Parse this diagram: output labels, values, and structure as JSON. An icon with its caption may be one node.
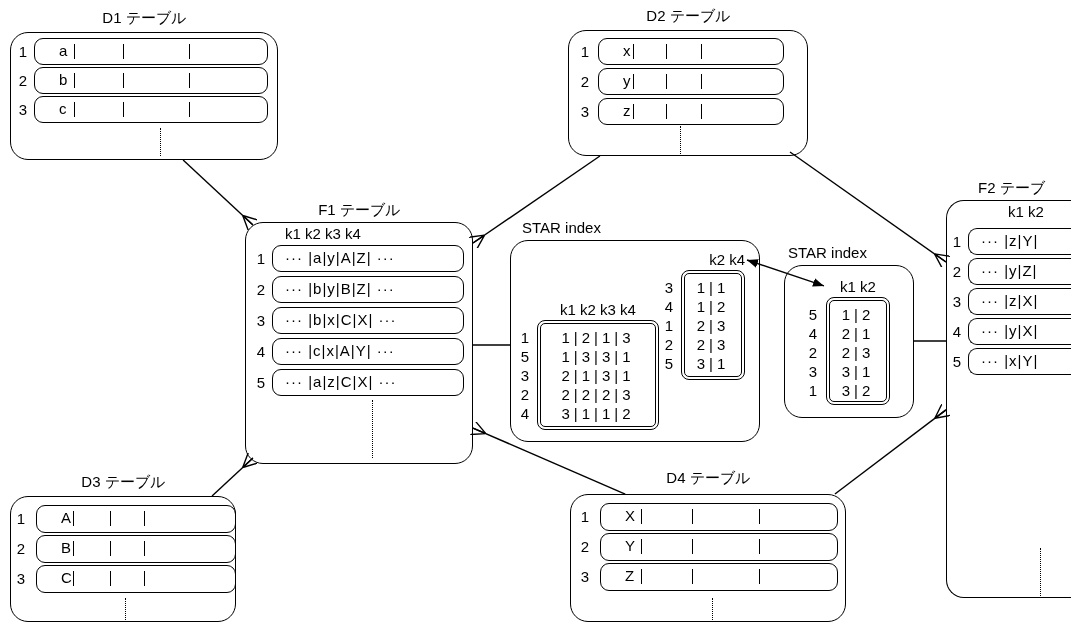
{
  "diagram": {
    "nodes": [
      {
        "text": [
          "D1 テーブル"
        ]
      },
      {
        "text": [
          "a"
        ],
        "beside": [
          "1"
        ],
        "in": 0
      },
      {
        "text": [
          "b"
        ],
        "beside": [
          "2"
        ],
        "in": 0
      },
      {
        "text": [
          "c"
        ],
        "beside": [
          "3"
        ],
        "in": 0
      },
      {
        "text": [
          "D2 テーブル"
        ]
      },
      {
        "text": [
          "x"
        ],
        "beside": [
          "1"
        ],
        "in": 4
      },
      {
        "text": [
          "y"
        ],
        "beside": [
          "2"
        ],
        "in": 4
      },
      {
        "text": [
          "z"
        ],
        "beside": [
          "3"
        ],
        "in": 4
      },
      {
        "text": [
          "F1 テーブル",
          "k1 k2 k3 k4"
        ]
      },
      {
        "text": [
          "··· |a|y|A|Z| ···"
        ],
        "beside": [
          "1"
        ],
        "in": 8
      },
      {
        "text": [
          "··· |b|y|B|Z| ···"
        ],
        "beside": [
          "2"
        ],
        "in": 8
      },
      {
        "text": [
          "··· |b|x|C|X| ···"
        ],
        "beside": [
          "3"
        ],
        "in": 8
      },
      {
        "text": [
          "··· |c|x|A|Y| ···"
        ],
        "beside": [
          "4"
        ],
        "in": 8
      },
      {
        "text": [
          "··· |a|z|C|X| ···"
        ],
        "beside": [
          "5"
        ],
        "in": 8
      },
      {
        "text": [
          "STAR index"
        ]
      },
      {
        "text": [
          "k1 k2 k3 k4",
          "1|2|1|3",
          "1|3|3|1",
          "2|1|3|1",
          "2|2|2|3",
          "3|1|1|2"
        ],
        "beside": [
          "1",
          "5",
          "3",
          "2",
          "4"
        ],
        "in": 14
      },
      {
        "text": [
          "k2 k4",
          "1|1",
          "1|2",
          "2|3",
          "2|3",
          "3|1"
        ],
        "beside": [
          "3",
          "4",
          "1",
          "2",
          "5"
        ],
        "in": 14
      },
      {
        "text": [
          "STAR index"
        ]
      },
      {
        "text": [
          "k1 k2",
          "1|2",
          "2|1",
          "2|3",
          "3|1",
          "3|2"
        ],
        "beside": [
          "5",
          "4",
          "2",
          "3",
          "1"
        ],
        "in": 17
      },
      {
        "text": [
          "F2 テーブ",
          "k1 k2"
        ]
      },
      {
        "text": [
          "··· |z|Y|"
        ],
        "beside": [
          "1"
        ],
        "in": 19
      },
      {
        "text": [
          "··· |y|Z|"
        ],
        "beside": [
          "2"
        ],
        "in": 19
      },
      {
        "text": [
          "··· |z|X|"
        ],
        "beside": [
          "3"
        ],
        "in": 19
      },
      {
        "text": [
          "··· |y|X|"
        ],
        "beside": [
          "4"
        ],
        "in": 19
      },
      {
        "text": [
          "··· |x|Y|"
        ],
        "beside": [
          "5"
        ],
        "in": 19
      },
      {
        "text": [
          "D3 テーブル"
        ]
      },
      {
        "text": [
          "A"
        ],
        "beside": [
          "1"
        ],
        "in": 25
      },
      {
        "text": [
          "B"
        ],
        "beside": [
          "2"
        ],
        "in": 25
      },
      {
        "text": [
          "C"
        ],
        "beside": [
          "3"
        ],
        "in": 25
      },
      {
        "text": [
          "D4 テーブル"
        ]
      },
      {
        "text": [
          "X"
        ],
        "beside": [
          "1"
        ],
        "in": 29
      },
      {
        "text": [
          "Y"
        ],
        "beside": [
          "2"
        ],
        "in": 29
      },
      {
        "text": [
          "Z"
        ],
        "beside": [
          "3"
        ],
        "in": 29
      }
    ],
    "edges": [
      {
        "from": 0,
        "to": 8,
        "arrow": "other"
      },
      {
        "from": 4,
        "to": 8,
        "arrow": "other"
      },
      {
        "from": 25,
        "to": 8,
        "arrow": "other"
      },
      {
        "from": 29,
        "to": 8,
        "arrow": "other"
      },
      {
        "from": 4,
        "to": 19,
        "arrow": "other"
      },
      {
        "from": 29,
        "to": 19,
        "arrow": "other"
      },
      {
        "from": 8,
        "to": 14,
        "arrow": "none"
      },
      {
        "from": 17,
        "to": 19,
        "arrow": "none"
      },
      {
        "from": 16,
        "to": 18,
        "arrow": "both"
      }
    ]
  }
}
